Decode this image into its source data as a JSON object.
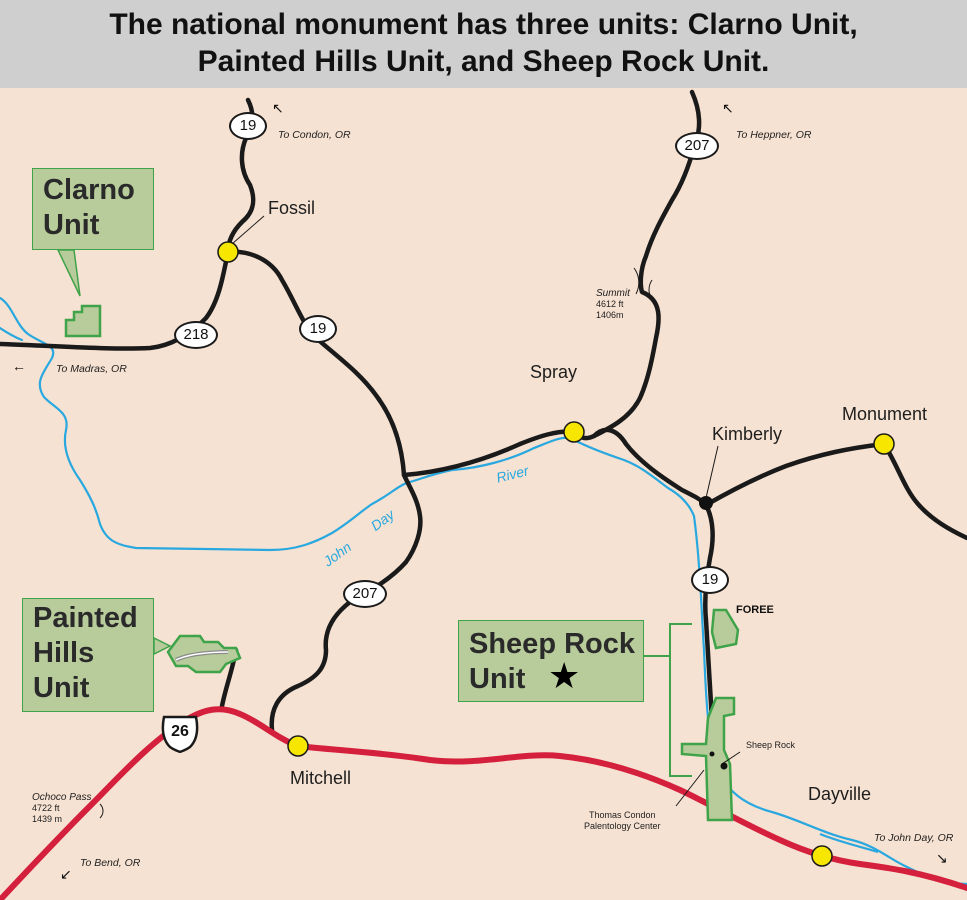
{
  "banner": {
    "line1": "The national monument has three units: Clarno Unit,",
    "line2": "Painted Hills Unit, and Sheep Rock Unit."
  },
  "units": {
    "clarno": [
      "Clarno",
      "Unit"
    ],
    "painted_hills": [
      "Painted",
      "Hills",
      "Unit"
    ],
    "sheep_rock": [
      "Sheep Rock",
      "Unit"
    ]
  },
  "towns": {
    "fossil": "Fossil",
    "spray": "Spray",
    "kimberly": "Kimberly",
    "monument": "Monument",
    "mitchell": "Mitchell",
    "dayville": "Dayville"
  },
  "highways": {
    "hwy19_north": "19",
    "hwy207_north": "207",
    "hwy218": "218",
    "hwy19_mid": "19",
    "hwy207_south": "207",
    "hwy19_south": "19",
    "us26": "26"
  },
  "directions": {
    "condon": "To Condon, OR",
    "heppner": "To Heppner, OR",
    "madras": "To Madras, OR",
    "bend": "To Bend, OR",
    "john_day": "To John Day, OR"
  },
  "passes": {
    "summit": [
      "Summit",
      "4612 ft",
      "1406m"
    ],
    "ochoco": [
      "Ochoco Pass",
      "4722 ft",
      "1439 m"
    ]
  },
  "river_words": {
    "john": "John",
    "day": "Day",
    "river": "River"
  },
  "places": {
    "foree": "FOREE",
    "sheep_rock": "Sheep Rock",
    "tc_center": [
      "Thomas Condon",
      "Palentology Center"
    ]
  },
  "colors": {
    "background": "#f6e2d2",
    "banner": "#cfcfcf",
    "unit_fill": "#b7cc9a",
    "unit_border": "#3fa34a",
    "road": "#1a1a1a",
    "us_highway": "#d4203c",
    "river": "#29a8e0",
    "town_dot": "#f7e600"
  },
  "icons": {
    "town": "yellow-circle-icon",
    "junction": "black-dot-icon",
    "headquarters": "star-icon",
    "direction": "arrow-icon"
  }
}
